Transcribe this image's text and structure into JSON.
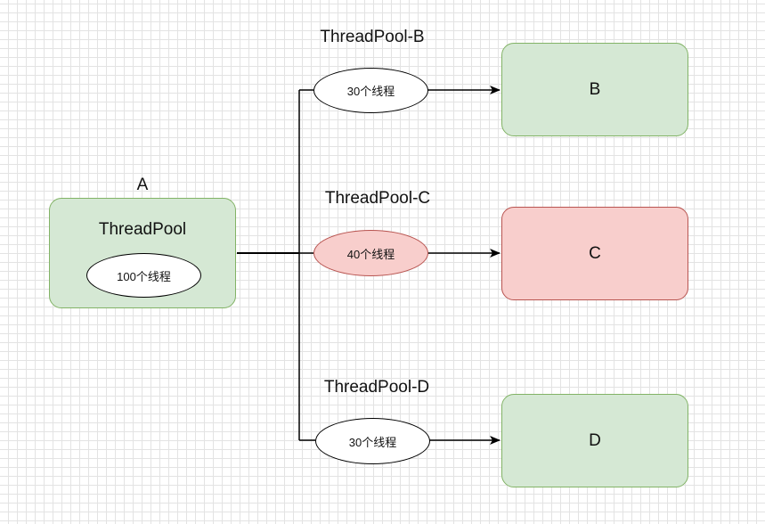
{
  "nodes": {
    "a": {
      "label": "A",
      "pool_title": "ThreadPool",
      "threads": "100个线程"
    },
    "b": {
      "label": "B",
      "pool_title": "ThreadPool-B",
      "threads": "30个线程"
    },
    "c": {
      "label": "C",
      "pool_title": "ThreadPool-C",
      "threads": "40个线程"
    },
    "d": {
      "label": "D",
      "pool_title": "ThreadPool-D",
      "threads": "30个线程"
    }
  },
  "colors": {
    "green_fill": "#d5e8d4",
    "green_stroke": "#82b366",
    "red_fill": "#f8cecc",
    "red_stroke": "#b85450",
    "edge": "#000000"
  }
}
